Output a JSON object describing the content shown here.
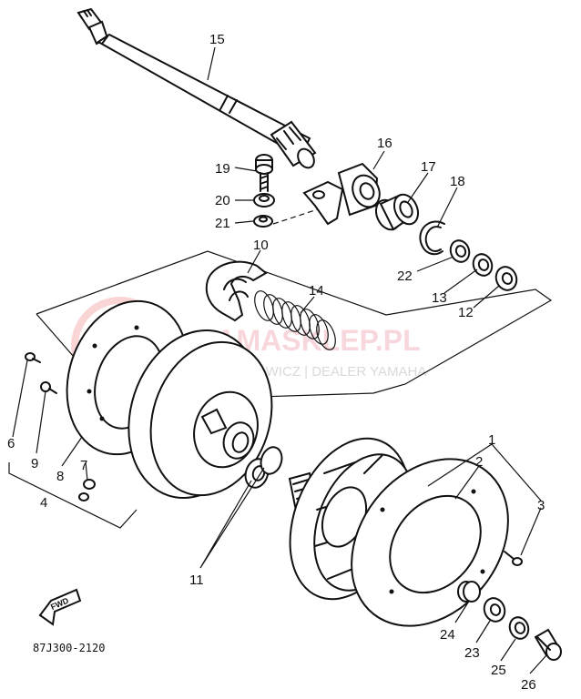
{
  "diagram": {
    "labels": {
      "p1": "1",
      "p2": "2",
      "p3": "3",
      "p4": "4",
      "p6": "6",
      "p7": "7",
      "p8": "8",
      "p9": "9",
      "p10": "10",
      "p11": "11",
      "p12": "12",
      "p13": "13",
      "p14": "14",
      "p15": "15",
      "p16": "16",
      "p17": "17",
      "p18": "18",
      "p19": "19",
      "p20": "20",
      "p21": "21",
      "p22": "22",
      "p23": "23",
      "p24": "24",
      "p25": "25",
      "p26": "26"
    },
    "fwd_arrow": "FWD",
    "drawing_code": "87J300-2120"
  },
  "watermark": {
    "title": "YAMASKLEP.PL",
    "subtitle": "WOJCIECHOWICZ | DEALER YAMAHA"
  }
}
